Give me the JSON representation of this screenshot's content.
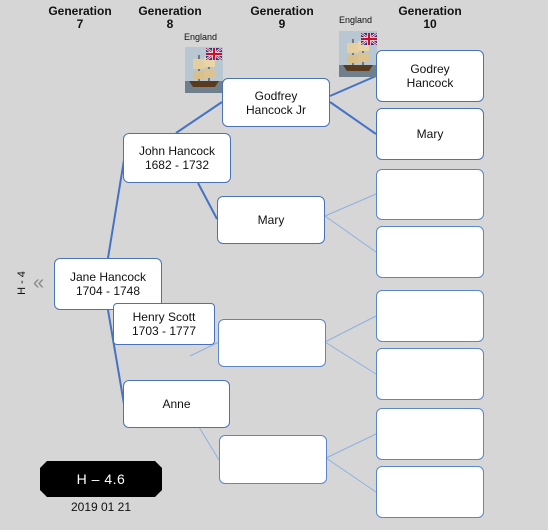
{
  "headers": {
    "gen7": [
      "Generation",
      "7"
    ],
    "gen8": [
      "Generation",
      "8"
    ],
    "gen9": [
      "Generation",
      "9"
    ],
    "gen10": [
      "Generation",
      "10"
    ]
  },
  "side_label": "H - 4",
  "ref_code": "H – 4.6",
  "ref_date": "2019 01 21",
  "origins": {
    "godfrey_jr": "England",
    "godrey": "England"
  },
  "people": {
    "jane": [
      "Jane Hancock",
      "1704 - 1748"
    ],
    "john": [
      "John Hancock",
      "1682 - 1732"
    ],
    "henry": [
      "Henry Scott",
      "1703 - 1777"
    ],
    "anne": [
      "Anne"
    ],
    "godfrey_jr": [
      "Godfrey",
      "Hancock Jr"
    ],
    "mary9": [
      "Mary"
    ],
    "godrey": [
      "Godrey",
      "Hancock"
    ],
    "mary10": [
      "Mary"
    ]
  },
  "colors": {
    "line_strong": "#4472c4",
    "line_light": "#8fb0e0",
    "box_border": "#4a72b8",
    "background": "#d6d6d6"
  },
  "icons": {
    "ship": "sailing-ship-icon",
    "flag": "union-jack-flag-icon",
    "chevron": "double-chevron-left-icon"
  }
}
